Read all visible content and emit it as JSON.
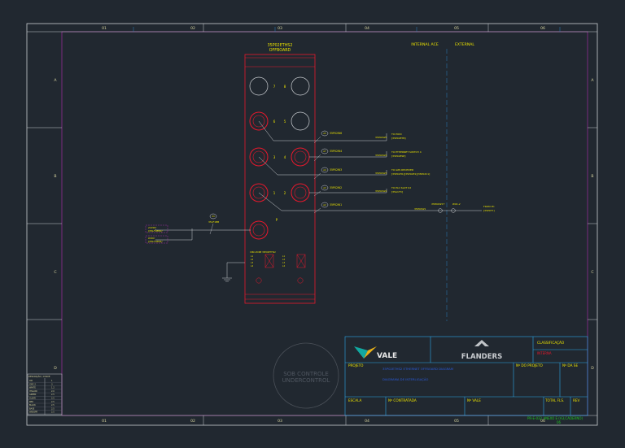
{
  "columns_top": [
    "01",
    "02",
    "03",
    "04",
    "05",
    "06"
  ],
  "columns_bottom": [
    "01",
    "02",
    "03",
    "04",
    "05",
    "06"
  ],
  "rows": [
    "A",
    "B",
    "C",
    "D"
  ],
  "device": {
    "title_line1": "35P02ETHS2",
    "title_line2": "OFFBOARD"
  },
  "zones": {
    "internal": "INTERNAL ACE",
    "external": "EXTERNAL"
  },
  "connector_numbers": {
    "c7": "7",
    "c8": "8",
    "c6": "6",
    "c5": "5",
    "c4": "4",
    "c3": "3",
    "c1": "1",
    "c2": "2",
    "cp": "P"
  },
  "cables": [
    {
      "tag": "35P02W6",
      "dest_tag": "35P02W5",
      "dest1": "TO PODI",
      "dest2": "[35P02ETB]"
    },
    {
      "tag": "35P02W4",
      "dest_tag": "35P02W4",
      "dest1": "TO ETHERNET SWITCH 4",
      "dest2": "[35P02ESE]"
    },
    {
      "tag": "35P02W3",
      "dest_tag": "35P02W3",
      "dest1": "TO GPS RECEIVER",
      "dest2": "[35P02H1][35P02E1][35P02C1]"
    },
    {
      "tag": "35P02W2",
      "dest_tag": "35P02W2",
      "dest1": "TO PLC SLOT 02",
      "dest2": "[35A1T3]"
    },
    {
      "tag": "35P02W1",
      "dest_tag": "35P02W1",
      "dest1": "FROM PC",
      "dest2": "[35P0T7]"
    }
  ],
  "cable_bubbles": [
    "A5",
    "A7",
    "A4",
    "A3",
    "A2"
  ],
  "ext_labels": {
    "ext_tag": "35P02W1T",
    "ext_tag2": "W01.2"
  },
  "power": {
    "bubble": "24",
    "label": "35LF1BB",
    "in1_a": "24VDC",
    "in1_b": "[35LF1BB2]",
    "in2_a": "0VDC",
    "in2_b": "[35LF1BB3]"
  },
  "status_table": {
    "title": "CIRC.ZONE 35P02ETHS2",
    "rows": [
      "L1",
      "L2",
      "L3",
      "L4"
    ]
  },
  "left_table": {
    "header": "DESCRIÇÃO / CHAVE",
    "rows": [
      [
        "CIR",
        "1"
      ],
      [
        "CIRC.2",
        "3"
      ],
      [
        "WHITE",
        "1.2"
      ],
      [
        "YELLOW",
        "2.0"
      ],
      [
        "GREEN",
        "2.5"
      ],
      [
        "CLEAR",
        "2.5"
      ],
      [
        "RED",
        "2.5"
      ],
      [
        "BLACK",
        "2.5"
      ],
      [
        "BASE",
        "2.5"
      ],
      [
        "WBSSPR",
        "2.5"
      ]
    ]
  },
  "watermark": {
    "line1": "SOB CONTROLE",
    "line2": "UNDERCONTROL"
  },
  "title_block": {
    "logo_vale": "VALE",
    "logo_flanders": "FLANDERS",
    "classificacao": "CLASSIFICAÇÃO",
    "classificacao_val": "INTERNA",
    "projeto": "PROJETO",
    "no_projeto": "Nº DO PROJETO",
    "no_se": "Nº DA SE",
    "escala": "ESCALA",
    "no_contratada": "Nº CONTRATADA",
    "no_vale": "Nº VALE",
    "total_fls": "TOTAL FLS.",
    "rev": "REV",
    "sheet_ref": "PR-E-032 ANEXO E (A3,CADERNO)",
    "sheet_num": "06",
    "desc1": "35P02ETHS2 ETHERNET OFFBOARD DIAGRAM",
    "desc2": "DIAGRAMA DE INTERLIGAÇÃO"
  },
  "colors": {
    "bg": "#212830",
    "frame": "#d0d4d8",
    "magenta": "#a02ca0",
    "red": "#e8182c",
    "yellow": "#e8e000",
    "cyan": "#2aa8e8",
    "green": "#20c020",
    "grey": "#8a9096"
  }
}
